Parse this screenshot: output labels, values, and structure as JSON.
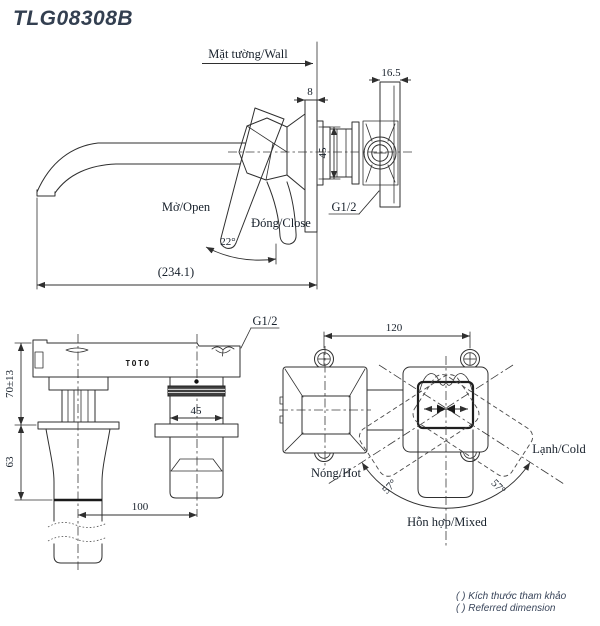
{
  "title": "TLG08308B",
  "side_view": {
    "wall_label": "Mặt tường/Wall",
    "plate_thickness": "8",
    "depth": "16.5",
    "body_diameter": "45",
    "open_label": "Mở/Open",
    "close_label": "Đóng/Close",
    "thread_label": "G1/2",
    "open_angle": "22°",
    "spout_reach": "(234.1)"
  },
  "front_view": {
    "thread_label": "G1/2",
    "logo": "TOTO",
    "height_tolerance": "70±13",
    "handle_height": "63",
    "spout_diameter": "45",
    "center_distance": "100"
  },
  "rotation_view": {
    "hole_distance": "120",
    "hot_label": "Nóng/Hot",
    "cold_label": "Lạnh/Cold",
    "mixed_label": "Hỗn hợp/Mixed",
    "angle_left": "57°",
    "angle_right": "57°"
  },
  "footer": {
    "note_vi": "( ) Kích thước tham khảo",
    "note_en": "( ) Referred dimension"
  },
  "colors": {
    "line": "#2f2f2f",
    "accent_text": "#333F50"
  }
}
